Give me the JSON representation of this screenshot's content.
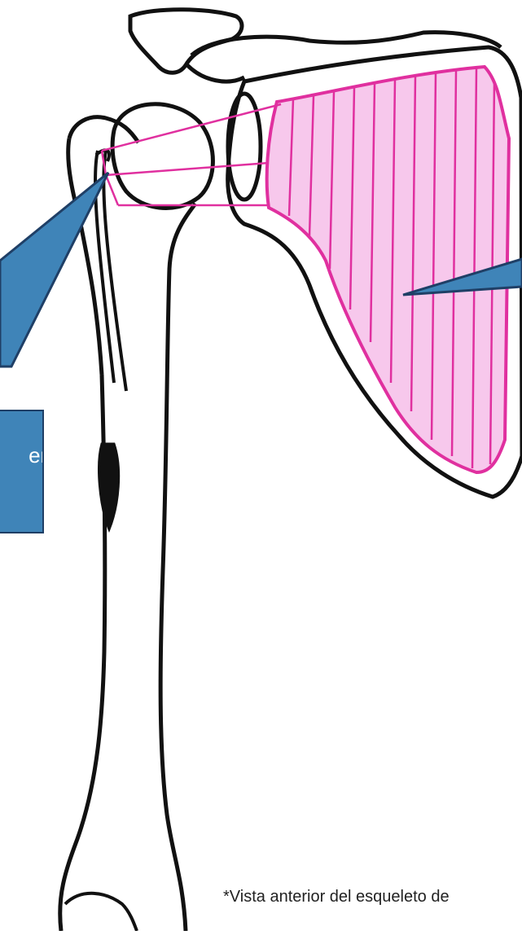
{
  "callout_left": {
    "text": "en"
  },
  "caption": {
    "text": "*Vista anterior del esqueleto de"
  },
  "colors": {
    "muscle_fill": "#f7c8ec",
    "muscle_stroke": "#e0309f",
    "callout_fill": "#3f84b8",
    "callout_border": "#1f3f66",
    "bone_stroke": "#111111"
  },
  "icons": [
    "humerus-bone-drawing",
    "scapula-bone-drawing",
    "clavicle-bone-drawing",
    "callout-pointer"
  ]
}
